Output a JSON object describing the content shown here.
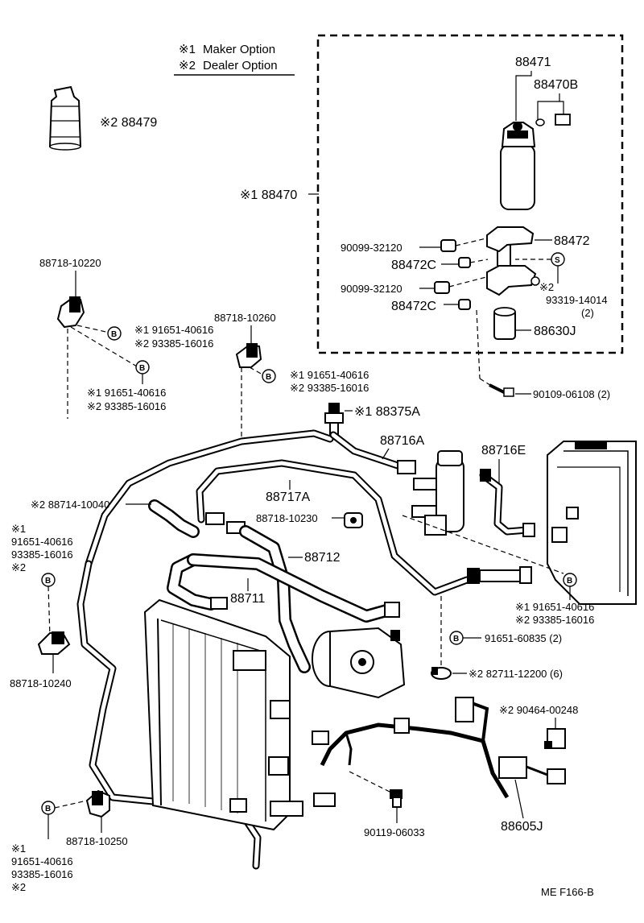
{
  "legend": {
    "maker_mark": "※1",
    "maker_text": "Maker Option",
    "dealer_mark": "※2",
    "dealer_text": "Dealer Option"
  },
  "labels": {
    "p88479": "※2 88479",
    "p88470": "※1 88470",
    "p88471": "88471",
    "p88470B": "88470B",
    "p88472": "88472",
    "p88472C_a": "88472C",
    "p88472C_b": "88472C",
    "p90099_a": "90099-32120",
    "p90099_b": "90099-32120",
    "p93319_mark": "※2",
    "p93319": "93319-14014",
    "p93319_qty": "(2)",
    "p88630J": "88630J",
    "p90109": "90109-06108 (2)",
    "p88718_10220": "88718-10220",
    "p88718_10260": "88718-10260",
    "b1_line1": "※1 91651-40616",
    "b1_line2": "※2 93385-16016",
    "b2_line1": "※1 91651-40616",
    "b2_line2": "※2 93385-16016",
    "b3_line1": "※1 91651-40616",
    "b3_line2": "※2 93385-16016",
    "p88375A": "※1 88375A",
    "p88716A": "88716A",
    "p88716E": "88716E",
    "p88717A": "88717A",
    "p88714": "※2 88714-10040",
    "p88718_10230": "88718-10230",
    "p88712": "88712",
    "p88711": "88711",
    "left_mark1": "※1",
    "left_91651": "91651-40616",
    "left_93385": "93385-16016",
    "left_mark2": "※2",
    "p88718_10240": "88718-10240",
    "b4_line1": "※1 91651-40616",
    "b4_line2": "※2 93385-16016",
    "p91651_60835": "91651-60835 (2)",
    "p82711": "※2 82711-12200 (6)",
    "p90464": "※2 90464-00248",
    "p88605J": "88605J",
    "p90119": "90119-06033",
    "p88718_10250": "88718-10250",
    "bl_mark1": "※1",
    "bl_91651": "91651-40616",
    "bl_93385": "93385-16016",
    "bl_mark2": "※2",
    "footer": "ME  F166-B"
  },
  "circle_letters": {
    "b": "B",
    "s": "S"
  }
}
